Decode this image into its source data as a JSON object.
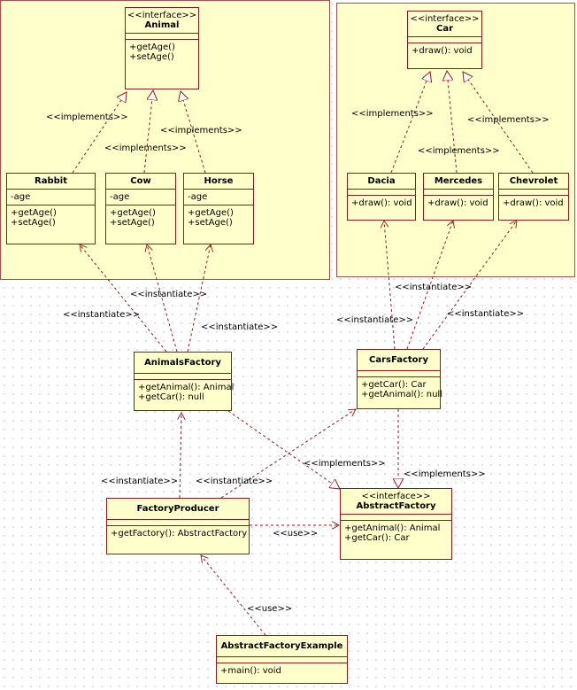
{
  "classes": {
    "animal": {
      "stereotype": "<<interface>>",
      "name": "Animal",
      "attrs": [],
      "ops": [
        "+getAge()",
        "+setAge()"
      ]
    },
    "car": {
      "stereotype": "<<interface>>",
      "name": "Car",
      "attrs": [],
      "ops": [
        "+draw(): void"
      ]
    },
    "rabbit": {
      "name": "Rabbit",
      "attrs": [
        "-age"
      ],
      "ops": [
        "+getAge()",
        "+setAge()"
      ]
    },
    "cow": {
      "name": "Cow",
      "attrs": [
        "-age"
      ],
      "ops": [
        "+getAge()",
        "+setAge()"
      ]
    },
    "horse": {
      "name": "Horse",
      "attrs": [
        "-age"
      ],
      "ops": [
        "+getAge()",
        "+setAge()"
      ]
    },
    "dacia": {
      "name": "Dacia",
      "attrs": [],
      "ops": [
        "+draw(): void"
      ]
    },
    "mercedes": {
      "name": "Mercedes",
      "attrs": [],
      "ops": [
        "+draw(): void"
      ]
    },
    "chevrolet": {
      "name": "Chevrolet",
      "attrs": [],
      "ops": [
        "+draw(): void"
      ]
    },
    "animals_factory": {
      "name": "AnimalsFactory",
      "attrs": [],
      "ops": [
        "+getAnimal(): Animal",
        "+getCar(): null"
      ]
    },
    "cars_factory": {
      "name": "CarsFactory",
      "attrs": [],
      "ops": [
        "+getCar(): Car",
        "+getAnimal(): null"
      ]
    },
    "factory_producer": {
      "name": "FactoryProducer",
      "attrs": [],
      "ops": [
        "+getFactory(): AbstractFactory"
      ]
    },
    "abstract_factory": {
      "stereotype": "<<interface>>",
      "name": "AbstractFactory",
      "attrs": [],
      "ops": [
        "+getAnimal(): Animal",
        "+getCar(): Car"
      ]
    },
    "example": {
      "name": "AbstractFactoryExample",
      "attrs": [],
      "ops": [
        "+main(): void"
      ]
    }
  },
  "relations": [
    {
      "kind": "realization",
      "from": "Rabbit",
      "to": "Animal",
      "label": "<<implements>>"
    },
    {
      "kind": "realization",
      "from": "Cow",
      "to": "Animal",
      "label": "<<implements>>"
    },
    {
      "kind": "realization",
      "from": "Horse",
      "to": "Animal",
      "label": "<<implements>>"
    },
    {
      "kind": "realization",
      "from": "Dacia",
      "to": "Car",
      "label": "<<implements>>"
    },
    {
      "kind": "realization",
      "from": "Mercedes",
      "to": "Car",
      "label": "<<implements>>"
    },
    {
      "kind": "realization",
      "from": "Chevrolet",
      "to": "Car",
      "label": "<<implements>>"
    },
    {
      "kind": "dependency",
      "from": "AnimalsFactory",
      "to": "Rabbit",
      "label": "<<instantiate>>"
    },
    {
      "kind": "dependency",
      "from": "AnimalsFactory",
      "to": "Cow",
      "label": "<<instantiate>>"
    },
    {
      "kind": "dependency",
      "from": "AnimalsFactory",
      "to": "Horse",
      "label": "<<instantiate>>"
    },
    {
      "kind": "dependency",
      "from": "CarsFactory",
      "to": "Dacia",
      "label": "<<instantiate>>"
    },
    {
      "kind": "dependency",
      "from": "CarsFactory",
      "to": "Mercedes",
      "label": "<<instantiate>>"
    },
    {
      "kind": "dependency",
      "from": "CarsFactory",
      "to": "Chevrolet",
      "label": "<<instantiate>>"
    },
    {
      "kind": "realization",
      "from": "AnimalsFactory",
      "to": "AbstractFactory",
      "label": "<<implements>>"
    },
    {
      "kind": "realization",
      "from": "CarsFactory",
      "to": "AbstractFactory",
      "label": "<<implements>>"
    },
    {
      "kind": "dependency",
      "from": "FactoryProducer",
      "to": "AnimalsFactory",
      "label": "<<instantiate>>"
    },
    {
      "kind": "dependency",
      "from": "FactoryProducer",
      "to": "CarsFactory",
      "label": "<<instantiate>>"
    },
    {
      "kind": "dependency",
      "from": "FactoryProducer",
      "to": "AbstractFactory",
      "label": "<<use>>"
    },
    {
      "kind": "dependency",
      "from": "AbstractFactoryExample",
      "to": "FactoryProducer",
      "label": "<<use>>"
    }
  ],
  "colors": {
    "package_fill": "#ffffcc",
    "class_fill": "#ffffcc",
    "class_border": "#8b1a1a",
    "edge": "#8b1a1a",
    "grid_dot": "#c4c4c4"
  }
}
